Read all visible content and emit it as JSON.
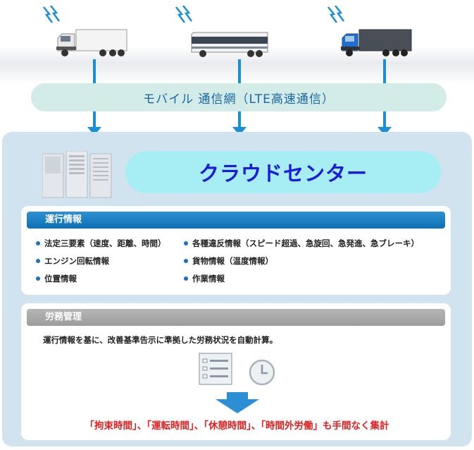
{
  "network": {
    "label": "モバイル 通信網（LTE高速通信）"
  },
  "vehicles": [
    {
      "name": "white-truck",
      "icon": "truck-icon"
    },
    {
      "name": "bus",
      "icon": "bus-icon"
    },
    {
      "name": "blue-truck",
      "icon": "truck-icon"
    }
  ],
  "cloud": {
    "title": "クラウドセンター"
  },
  "operation": {
    "title": "運行情報",
    "left_items": [
      "法定三要素（速度、距離、時間）",
      "エンジン回転情報",
      "位置情報"
    ],
    "right_items": [
      "各種違反情報（スピード超過、急旋回、急発進、急ブレーキ）",
      "貨物情報（温度情報）",
      "作業情報"
    ]
  },
  "labor": {
    "title": "労務管理",
    "description": "運行情報を基に、改善基準告示に準拠した労務状況を自動計算。",
    "summary": "「拘束時間」、「運転時間」、「休憩時間」、「時間外労働」も手間なく集計"
  },
  "colors": {
    "accent_blue": "#1a8fd6",
    "cloud_text": "#1b1be0",
    "summary_red": "#e02020",
    "panel_bg": "#d0e3ef"
  }
}
